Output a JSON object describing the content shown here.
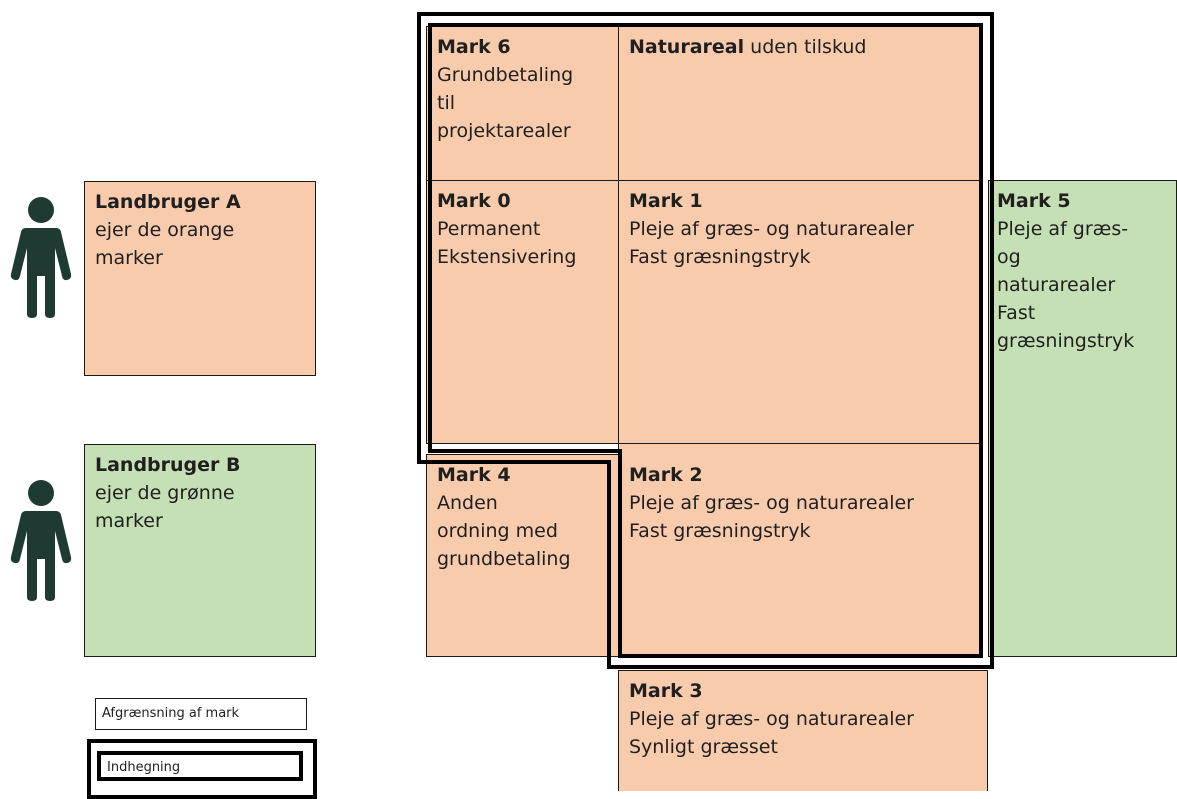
{
  "colors": {
    "farmer_a_fill": "#f8cbad",
    "farmer_b_fill": "#c5e0b4",
    "person_icon": "#1f3a33",
    "fence": "#000000"
  },
  "farmers": {
    "a": {
      "name": "Landbruger A",
      "desc": "ejer de orange marker",
      "icon": "person-icon"
    },
    "b": {
      "name": "Landbruger B",
      "desc": "ejer de grønne marker",
      "icon": "person-icon"
    }
  },
  "fields": {
    "mark6": {
      "title": "Mark 6",
      "lines": [
        "Grundbetaling",
        "til",
        "projektarealer"
      ]
    },
    "naturareal": {
      "title": "Naturareal",
      "rest": " uden tilskud"
    },
    "mark0": {
      "title": "Mark 0",
      "lines": [
        "Permanent",
        "Ekstensivering"
      ]
    },
    "mark1": {
      "title": "Mark 1",
      "lines": [
        "Pleje af græs- og naturarealer",
        "Fast græsningstryk"
      ]
    },
    "mark5": {
      "title": "Mark 5",
      "lines": [
        "Pleje af græs-",
        "og",
        "naturarealer",
        "Fast",
        "græsningstryk"
      ]
    },
    "mark4": {
      "title": "Mark 4",
      "lines": [
        "Anden",
        "ordning med",
        "grundbetaling"
      ]
    },
    "mark2": {
      "title": "Mark 2",
      "lines": [
        "Pleje af græs- og naturarealer",
        "Fast græsningstryk"
      ]
    },
    "mark3": {
      "title": "Mark 3",
      "lines": [
        "Pleje af græs- og naturarealer",
        "Synligt græsset"
      ]
    }
  },
  "legend": {
    "field_boundary": "Afgrænsning af mark",
    "enclosure": "Indhegning"
  }
}
